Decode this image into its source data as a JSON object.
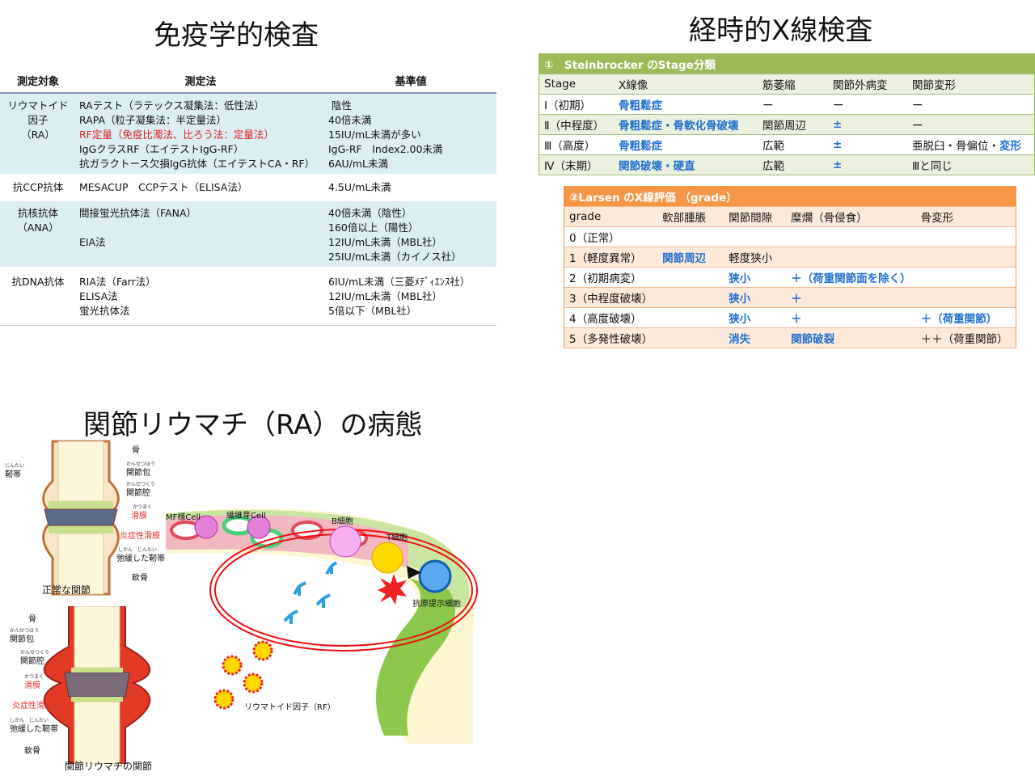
{
  "titles": {
    "immunology": "免疫学的検査",
    "xray": "経時的X線検査",
    "pathology": "関節リウマチ（RA）の病態"
  },
  "immunology_table": {
    "headers": [
      "測定対象",
      "測定法",
      "基準値"
    ],
    "rows": [
      {
        "target": [
          "リウマトイド",
          "因子",
          "（RA）"
        ],
        "methods": [
          "RAテスト（ラテックス凝集法：低性法）",
          "RAPA（粒子凝集法：半定量法）",
          "RF定量（免疫比濁法、比ろう法：定量法）",
          "IgGクラスRF（エイテストIgG-RF）",
          "抗ガラクトース欠損IgG抗体（エイテストCA・RF）"
        ],
        "values": [
          "陰性",
          "40倍未満",
          "15IU/mL未満が多い",
          "IgG-RF　Index2.00未満",
          "6AU/mL未満"
        ]
      },
      {
        "target": [
          "抗CCP抗体"
        ],
        "methods": [
          "MESACUP　CCPテスト（ELISA法）"
        ],
        "values": [
          "4.5U/mL未満"
        ]
      },
      {
        "target": [
          "抗核抗体",
          "（ANA）"
        ],
        "methods": [
          "間接蛍光抗体法（FANA）",
          "",
          "EIA法",
          ""
        ],
        "values": [
          "40倍未満（陰性）",
          "160倍以上（陽性）",
          "12IU/mL未満（MBL社）",
          "25IU/mL未満（カイノス社）"
        ]
      },
      {
        "target": [
          "抗DNA抗体"
        ],
        "methods": [
          "RIA法（Farr法）",
          "ELISA法",
          "蛍光抗体法"
        ],
        "values": [
          "6IU/mL未満（三菱ﾒﾃﾞｨｴﾝｽ社）",
          "12IU/mL未満（MBL社）",
          "5倍以下（MBL社）"
        ]
      }
    ]
  },
  "steinbrocker": {
    "title": "①　Steinbrocker のStage分類",
    "headers": [
      "Stage",
      "X線像",
      "筋萎縮",
      "関節外病変",
      "関節変形"
    ],
    "rows": [
      [
        "Ⅰ（初期）",
        "骨粗鬆症",
        "ー",
        "ー",
        "ー"
      ],
      [
        "Ⅱ（中程度）",
        "骨粗鬆症・骨軟化骨破壊",
        "関節周辺",
        "±",
        "ー"
      ],
      [
        "Ⅲ（高度）",
        "骨粗鬆症",
        "広範",
        "±",
        "亜脱臼・骨偏位・",
        "変形"
      ],
      [
        "Ⅳ（末期）",
        "関節破壊・硬直",
        "広範",
        "±",
        "Ⅲと同じ"
      ]
    ]
  },
  "larsen": {
    "title": "②Larsen のX線評価 （grade）",
    "headers": [
      "grade",
      "軟部腫脹",
      "関節間隙",
      "糜爛（骨侵食）",
      "骨変形"
    ],
    "rows": [
      [
        "0（正常）",
        "",
        "",
        "",
        ""
      ],
      [
        "1（軽度異常）",
        "関節周辺",
        "軽度狭小",
        "",
        ""
      ],
      [
        "2（初期病変）",
        "",
        "狭小",
        "＋（荷重関節面を除く）",
        ""
      ],
      [
        "3（中程度破壊）",
        "",
        "狭小",
        "＋",
        ""
      ],
      [
        "4（高度破壊）",
        "",
        "狭小",
        "＋",
        "＋（荷重関節）"
      ],
      [
        "5（多発性破壊）",
        "",
        "消失",
        "関節破裂",
        "＋＋（荷重関節）"
      ]
    ]
  },
  "diagram": {
    "normal_caption": "正常な関節",
    "ra_caption": "関節リウマチの関節",
    "labels": {
      "bone": "骨",
      "ligament": "靭帯",
      "ligament_ruby": "じんたい",
      "capsule": "関節包",
      "capsule_ruby": "かんせつほう",
      "cavity": "関節腔",
      "cavity_ruby": "かんせつくう",
      "synovium": "滑膜",
      "synovium_ruby": "かつまく",
      "inflamed": "炎症性滑膜",
      "loose": "弛緩した靭帯",
      "loose_ruby": "しかん　じんたい",
      "cartilage": "軟骨"
    },
    "cells": {
      "mf": "MF様Cell",
      "fib": "繊維芽Cell",
      "b": "B細胞",
      "t": "T細胞",
      "apc": "抗原提示細胞",
      "rf": "リウマトイド因子（RF）"
    }
  },
  "colors": {
    "green": "#9bbb59",
    "orange": "#f79646",
    "blue_text": "#1f6fd1",
    "red_text": "#e0201e",
    "light_blue": "#dbeef4"
  }
}
